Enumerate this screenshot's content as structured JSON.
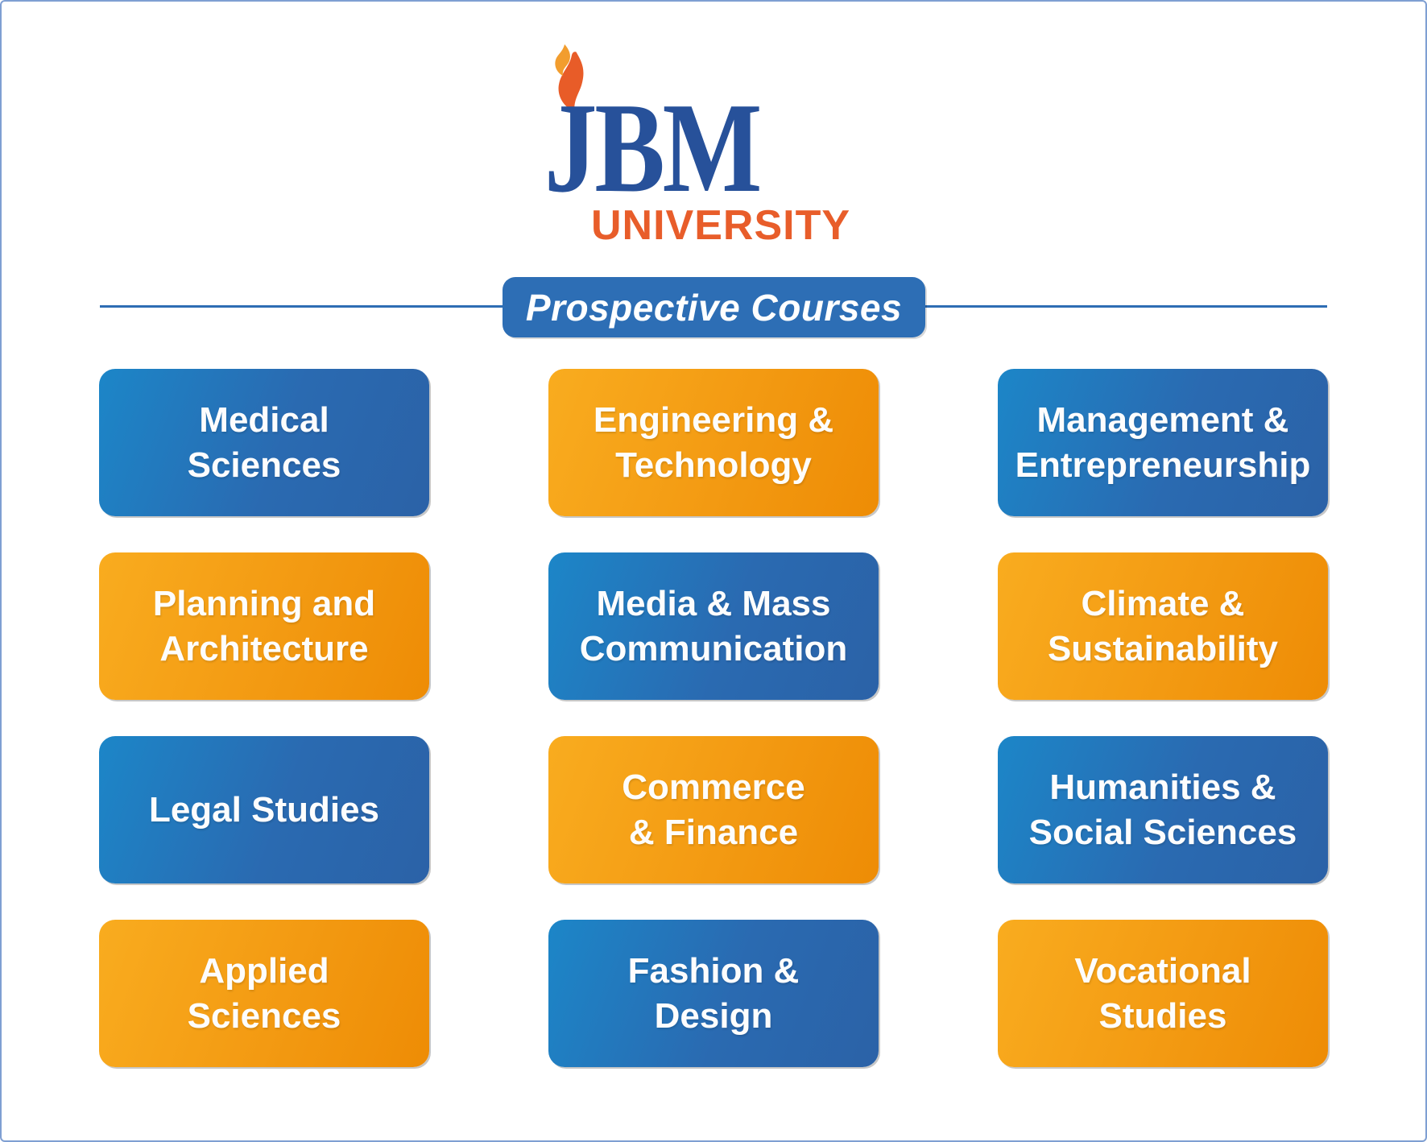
{
  "logo": {
    "acronym": "JBM",
    "subtitle": "UNIVERSITY",
    "flame_icon": "torch-flame"
  },
  "banner": {
    "title": "Prospective Courses"
  },
  "courses": [
    {
      "label": "Medical\nSciences",
      "color": "blue"
    },
    {
      "label": "Engineering &\nTechnology",
      "color": "orange"
    },
    {
      "label": "Management &\nEntrepreneurship",
      "color": "blue"
    },
    {
      "label": "Planning and\nArchitecture",
      "color": "orange"
    },
    {
      "label": "Media & Mass\nCommunication",
      "color": "blue"
    },
    {
      "label": "Climate &\nSustainability",
      "color": "orange"
    },
    {
      "label": "Legal Studies",
      "color": "blue"
    },
    {
      "label": "Commerce\n& Finance",
      "color": "orange"
    },
    {
      "label": "Humanities &\nSocial Sciences",
      "color": "blue"
    },
    {
      "label": "Applied\nSciences",
      "color": "orange"
    },
    {
      "label": "Fashion &\nDesign",
      "color": "blue"
    },
    {
      "label": "Vocational\nStudies",
      "color": "orange"
    }
  ],
  "colors": {
    "navy_text": "#27519a",
    "orange_text": "#e85d2a",
    "banner_blue": "#2d6eb5",
    "card_blue_start": "#1c86c8",
    "card_blue_end": "#2b62a7",
    "card_orange_start": "#f9ac1f",
    "card_orange_end": "#ee8c05",
    "frame_border": "#7f9fd2",
    "divider_line": "#2e6db4",
    "flame_main": "#e85c28",
    "flame_inner": "#f29d2e"
  }
}
